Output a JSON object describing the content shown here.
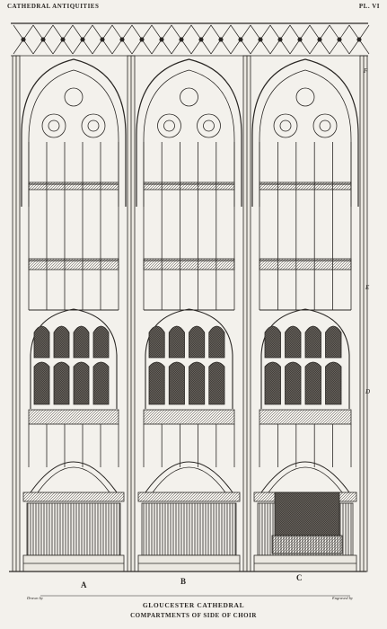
{
  "header": {
    "left": "CATHEDRAL ANTIQUITIES",
    "right": "PL. VI"
  },
  "marks": {
    "F": "F",
    "E": "E",
    "D": "D",
    "A": "A",
    "B": "B",
    "C": "C"
  },
  "caption": {
    "line1": "GLOUCESTER CATHEDRAL",
    "line2": "COMPARTMENTS OF SIDE OF CHOIR"
  },
  "credits": {
    "left": "Drawn by",
    "right": "Engraved by"
  },
  "colors": {
    "paper": "#f3f1ec",
    "ink": "#2a2724"
  }
}
